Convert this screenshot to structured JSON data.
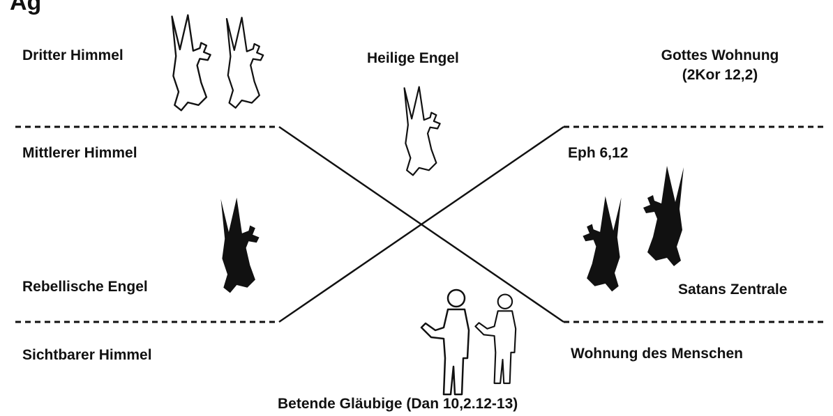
{
  "title_fragment": "Ag",
  "labels": {
    "dritter_himmel": "Dritter Himmel",
    "heilige_engel": "Heilige Engel",
    "gottes_wohnung": "Gottes Wohnung",
    "gottes_wohnung_ref": "(2Kor 12,2)",
    "mittlerer_himmel": "Mittlerer Himmel",
    "eph_ref": "Eph 6,12",
    "rebellische_engel": "Rebellische Engel",
    "satans_zentrale": "Satans Zentrale",
    "sichtbarer_himmel": "Sichtbarer Himmel",
    "wohnung_menschen": "Wohnung des Menschen",
    "betende_glaeubige": "Betende Gläubige (Dan 10,2.12-13)"
  },
  "colors": {
    "ink": "#111111",
    "background": "#ffffff"
  },
  "figures": {
    "holy_angel": "white-angel-outline-icon",
    "rebel_angel": "black-angel-silhouette-icon",
    "praying_person": "praying-person-outline-icon"
  }
}
